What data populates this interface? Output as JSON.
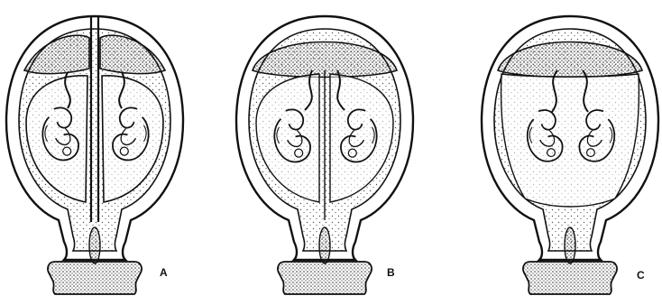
{
  "panels": [
    {
      "label": "A"
    },
    {
      "label": "B"
    },
    {
      "label": "C"
    }
  ],
  "colors": {
    "ink": "#111111",
    "paper": "#ffffff",
    "stipple": "#555555"
  }
}
